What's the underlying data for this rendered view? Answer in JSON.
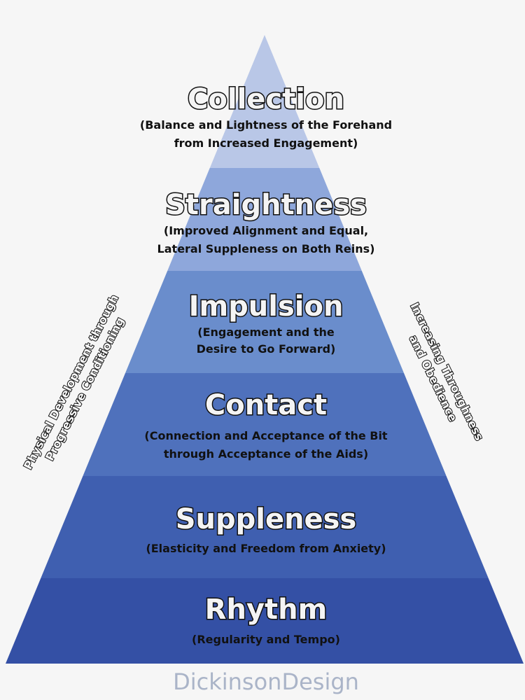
{
  "pyramid": {
    "levels": [
      {
        "title": "Collection",
        "subtitle": [
          "(Balance and Lightness of the Forehand",
          "from Increased Engagement)"
        ],
        "color": "#b9c7e7"
      },
      {
        "title": "Straightness",
        "subtitle": [
          "(Improved Alignment and Equal,",
          "Lateral Suppleness on Both Reins)"
        ],
        "color": "#8ea7db"
      },
      {
        "title": "Impulsion",
        "subtitle": [
          "(Engagement and the",
          "Desire to Go Forward)"
        ],
        "color": "#6a8dcc"
      },
      {
        "title": "Contact",
        "subtitle": [
          "(Connection and Acceptance of the Bit",
          "through Acceptance of the Aids)"
        ],
        "color": "#4f71bc"
      },
      {
        "title": "Suppleness",
        "subtitle": [
          "(Elasticity and Freedom from Anxiety)"
        ],
        "color": "#3f5fb0"
      },
      {
        "title": "Rhythm",
        "subtitle": [
          "(Regularity and Tempo)"
        ],
        "color": "#3450a5"
      }
    ]
  },
  "left_label": [
    "Physical Development through",
    "Progressive Conditioning"
  ],
  "right_label": [
    "Increasing Throughness",
    "and Obedience"
  ],
  "watermark": "DickinsonDesign"
}
